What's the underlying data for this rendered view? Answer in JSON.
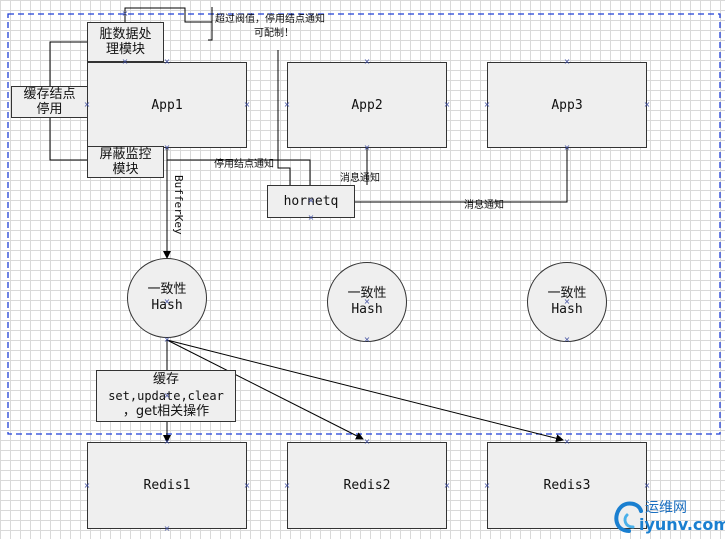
{
  "nodes": {
    "dirty": "脏数据处理模块",
    "cache_disable": "缓存结点停用",
    "shield": "屏蔽监控模块",
    "app1": "App1",
    "app2": "App2",
    "app3": "App3",
    "hornetq": "hornetq",
    "hash1_line1": "一致性",
    "hash1_line2": "Hash",
    "hash2_line1": "一致性",
    "hash2_line2": "Hash",
    "hash3_line1": "一致性",
    "hash3_line2": "Hash",
    "cache_title": "缓存",
    "cache_ops1": "set,update,clear",
    "cache_ops2": "，get相关操作",
    "redis1": "Redis1",
    "redis2": "Redis2",
    "redis3": "Redis3"
  },
  "labels": {
    "threshold_line1": "超过阀值，停用结点通知",
    "threshold_line2": "可配制！",
    "stop_notice": "停用结点通知",
    "msg_notice_1": "消息通知",
    "msg_notice_2": "消息通知",
    "buffer_key": "BufferKey"
  },
  "watermark": {
    "cn": "运维网",
    "url": "iyunv.com"
  },
  "colors": {
    "dashed_border": "#1f3fd6",
    "box_fill": "#efefef",
    "marker": "#3b4a9e"
  }
}
